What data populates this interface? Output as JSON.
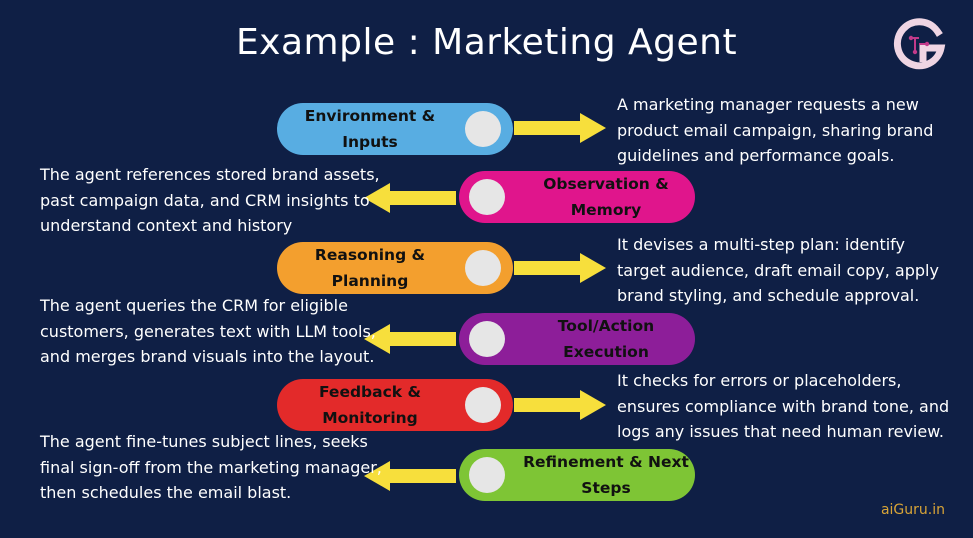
{
  "title": "Example : Marketing Agent",
  "logo_icon": "aiguru-g-logo",
  "footer": "aiGuru.in",
  "colors": {
    "background": "#0f1f45",
    "arrow": "#f7df3c",
    "knob": "#e6e6e6",
    "footer": "#d8a437"
  },
  "steps": [
    {
      "label_line1": "Environment &",
      "label_line2": "Inputs",
      "color": "#58ade2",
      "side": "left",
      "desc": [
        "A marketing manager requests a new",
        "product email campaign, sharing brand",
        "guidelines and performance goals."
      ]
    },
    {
      "label_line1": "Observation &",
      "label_line2": "Memory",
      "color": "#e0158c",
      "side": "right",
      "desc": [
        "The agent references stored brand assets,",
        "past campaign data, and CRM insights to",
        "understand context and history"
      ]
    },
    {
      "label_line1": "Reasoning &",
      "label_line2": "Planning",
      "color": "#f39f2e",
      "side": "left",
      "desc": [
        "It devises a multi-step plan: identify",
        "target audience, draft email copy, apply",
        "brand styling, and schedule approval."
      ]
    },
    {
      "label_line1": "Tool/Action",
      "label_line2": "Execution",
      "color": "#8d1e99",
      "side": "right",
      "desc": [
        "The agent queries the CRM for eligible",
        "customers, generates text with LLM tools,",
        "and merges brand visuals into the layout."
      ]
    },
    {
      "label_line1": "Feedback &",
      "label_line2": "Monitoring",
      "color": "#e32a2a",
      "side": "left",
      "desc": [
        "It checks for errors or placeholders,",
        "ensures compliance with brand tone, and",
        "logs any issues that need human review."
      ]
    },
    {
      "label_line1": "Refinement & Next",
      "label_line2": "Steps",
      "color": "#7ec535",
      "side": "right",
      "desc": [
        "The agent fine-tunes subject lines, seeks",
        "final sign-off from the marketing manager,",
        "then schedules the email blast."
      ]
    }
  ]
}
